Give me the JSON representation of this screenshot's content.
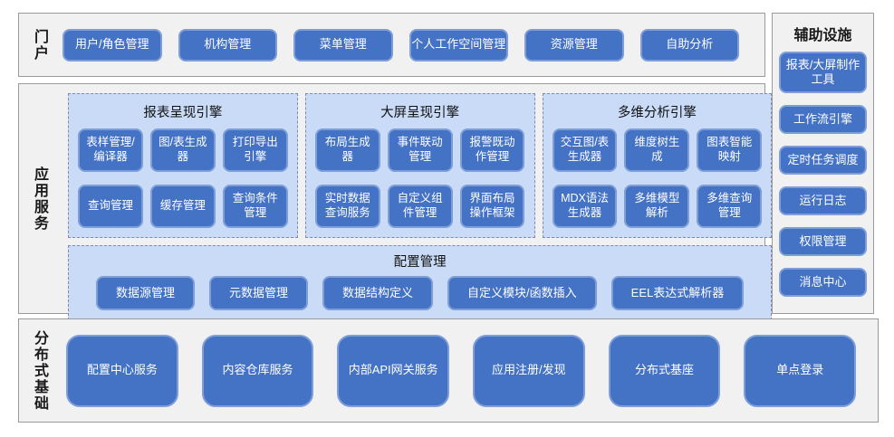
{
  "colors": {
    "button_blue": "#4472c4",
    "button_border": "#7f9ed8",
    "group_fill": "#c9dbf7",
    "group_dash_border": "#7e8cac",
    "panel_gray": "#f1f1f2",
    "panel_border": "#9a9a9a"
  },
  "portal": {
    "label": "门户",
    "items": [
      "用户/角色管理",
      "机构管理",
      "菜单管理",
      "个人工作空间管理",
      "资源管理",
      "自助分析"
    ]
  },
  "app": {
    "label": "应用服务",
    "engines": [
      {
        "title": "报表呈现引擎",
        "items": [
          "表样管理/编译器",
          "图/表生成器",
          "打印导出引擎",
          "查询管理",
          "缓存管理",
          "查询条件管理"
        ]
      },
      {
        "title": "大屏呈现引擎",
        "items": [
          "布局生成器",
          "事件联动管理",
          "报警既动作管理",
          "实时数据查询服务",
          "自定义组件管理",
          "界面布局操作框架"
        ]
      },
      {
        "title": "多维分析引擎",
        "items": [
          "交互图/表生成器",
          "维度树生成",
          "图表智能映射",
          "MDX语法生成器",
          "多维模型解析",
          "多维查询管理"
        ]
      }
    ],
    "config": {
      "title": "配置管理",
      "items": [
        "数据源管理",
        "元数据管理",
        "数据结构定义",
        "自定义模块/函数插入",
        "EEL表达式解析器"
      ]
    }
  },
  "aux": {
    "title": "辅助设施",
    "items": [
      "报表/大屏制作工具",
      "工作流引擎",
      "定时任务调度",
      "运行日志",
      "权限管理",
      "消息中心"
    ]
  },
  "base": {
    "label": "分布式基础",
    "items": [
      "配置中心服务",
      "内容仓库服务",
      "内部API网关服务",
      "应用注册/发现",
      "分布式基座",
      "单点登录"
    ]
  }
}
